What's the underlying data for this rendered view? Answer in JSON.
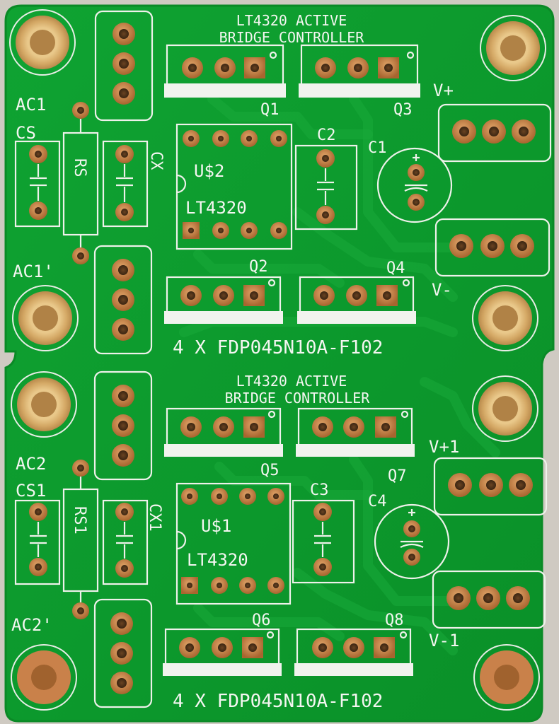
{
  "colors": {
    "background": "#cfcac2",
    "board": "#0c9a2c",
    "board_edge": "#0a8a26",
    "copper": "#c98b4e",
    "copper_dark": "#8a5226",
    "silkscreen": "#f4f6f1"
  },
  "labels": {
    "top_title_1": "LT4320 ACTIVE",
    "top_title_2": "BRIDGE CONTROLLER",
    "bot_title_1": "LT4320 ACTIVE",
    "bot_title_2": "BRIDGE CONTROLLER",
    "q1": "Q1",
    "q2": "Q2",
    "q3": "Q3",
    "q4": "Q4",
    "q5": "Q5",
    "q6": "Q6",
    "q7": "Q7",
    "q8": "Q8",
    "c1": "C1",
    "c2": "C2",
    "c3": "C3",
    "c4": "C4",
    "u2": "U$2",
    "u1": "U$1",
    "chip_top": "LT4320",
    "chip_bot": "LT4320",
    "ac1_top": "AC1",
    "ac1_bot": "AC1'",
    "ac2_top": "AC2",
    "ac2_bot": "AC2'",
    "cs": "CS",
    "cs1": "CS1",
    "rs": "RS",
    "rs1": "RS1",
    "cx": "CX",
    "cx1": "CX1",
    "vplus": "V+",
    "vminus": "V-",
    "vplus1": "V+1",
    "vminus1": "V-1",
    "mosfet_top": "4 X FDP045N10A-F102",
    "mosfet_bot": "4 X FDP045N10A-F102"
  }
}
